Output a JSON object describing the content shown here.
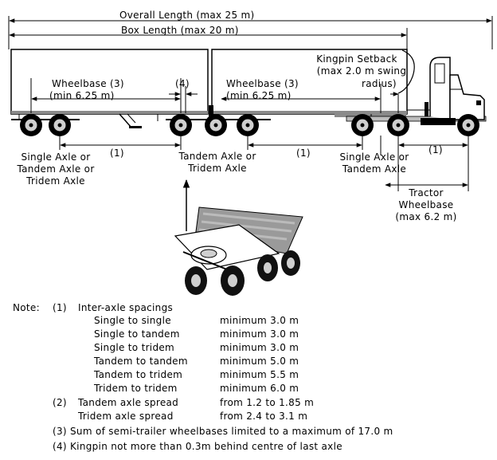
{
  "dimensions": {
    "overall_length": "Overall Length (max 25 m)",
    "box_length": "Box Length (max 20 m)",
    "kingpin_setback": [
      "Kingpin Setback",
      "(max 2.0 m swing",
      "radius)"
    ],
    "wheelbase_left": [
      "Wheelbase (3)",
      "(min 6.25 m)"
    ],
    "wheelbase_right": [
      "Wheelbase (3)",
      "(min 6.25 m)"
    ],
    "ref_4": "(4)",
    "ref_1": "(1)",
    "tractor_wheelbase": [
      "Tractor",
      "Wheelbase",
      "(max 6.2 m)"
    ]
  },
  "axle_labels": {
    "left": [
      "Single Axle or",
      "Tandem Axle or",
      "Tridem Axle"
    ],
    "middle": [
      "Tandem Axle or",
      "Tridem Axle"
    ],
    "right": [
      "Single Axle or",
      "Tandem Axle"
    ]
  },
  "notes": {
    "heading": "Note:",
    "n1_label": "(1)",
    "n1_title": "Inter-axle spacings",
    "spacings": [
      {
        "name": "Single to single",
        "value": "minimum 3.0 m"
      },
      {
        "name": "Single to tandem",
        "value": "minimum 3.0 m"
      },
      {
        "name": "Single to tridem",
        "value": "minimum 3.0 m"
      },
      {
        "name": "Tandem to tandem",
        "value": "minimum 5.0 m"
      },
      {
        "name": "Tandem to tridem",
        "value": "minimum 5.5 m"
      },
      {
        "name": "Tridem to tridem",
        "value": "minimum 6.0 m"
      }
    ],
    "n2_label": "(2)",
    "spreads": [
      {
        "name": "Tandem axle spread",
        "value": "from 1.2 to 1.85 m"
      },
      {
        "name": "Tridem axle spread",
        "value": "from 2.4 to 3.1 m"
      }
    ],
    "n3": "(3) Sum of semi-trailer wheelbases limited to a maximum of 17.0 m",
    "n4": "(4) Kingpin not more than 0.3m behind centre of last axle"
  }
}
